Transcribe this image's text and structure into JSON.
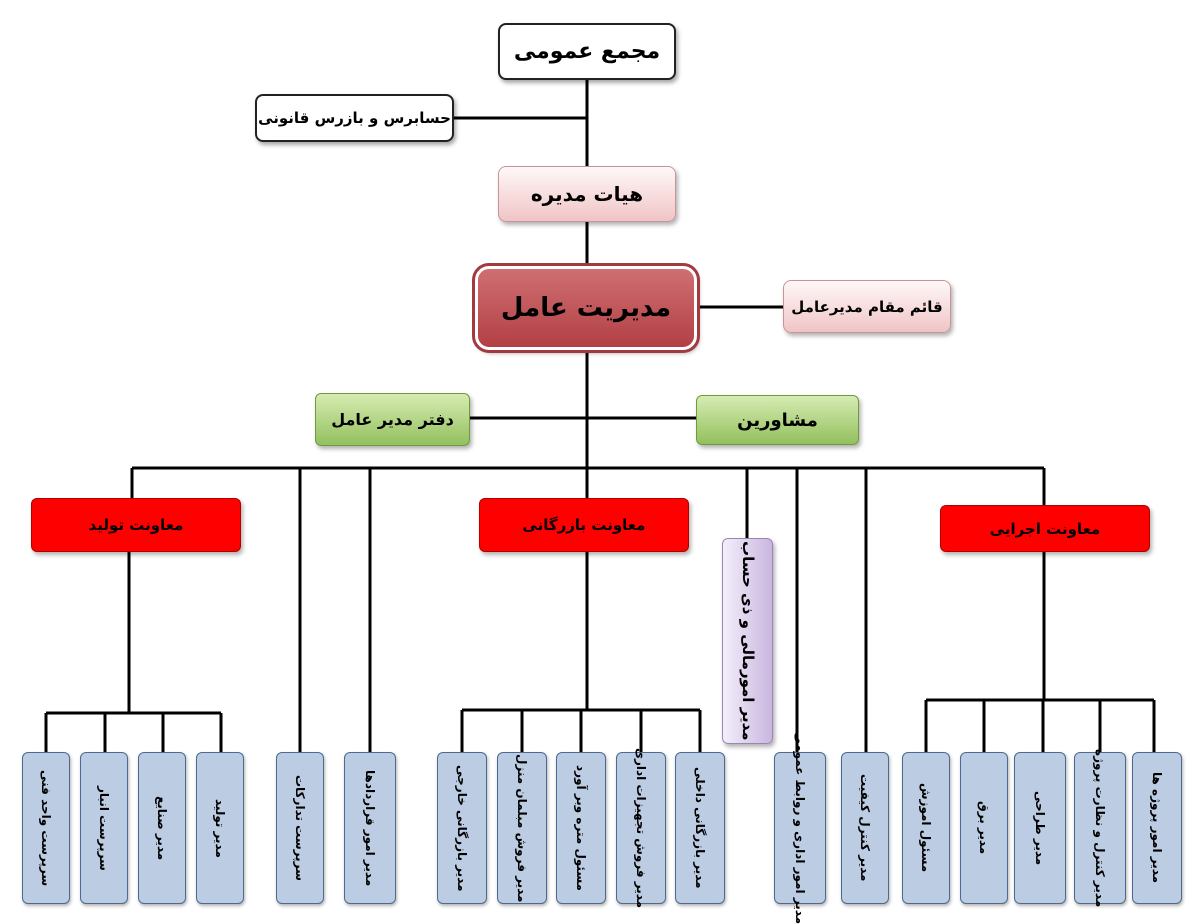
{
  "chart": {
    "general_assembly": "مجمع عمومی",
    "auditor": "حسابرس و بازرس قانونی",
    "board": "هیات مدیره",
    "ceo": "مدیریت عامل",
    "deputy_ceo": "قائم مقام مدیرعامل",
    "ceo_office": "دفتر مدیر عامل",
    "advisors": "مشاورین",
    "production_deputy": "معاونت تولید",
    "commerce_deputy": "معاونت بازرگانی",
    "executive_deputy": "معاونت اجرایی",
    "finance_manager": "مدیر امورمالی و ذی حساب",
    "production_units": [
      "سرپرست واحد فنی",
      "سرپرست انبار",
      "مدیر صنایع",
      "مدیر تولید"
    ],
    "supply_supervisor": "سرپرست تدارکات",
    "contracts_manager": "مدیر امور قراردادها",
    "commerce_units": [
      "مدیر بازرگانی خارجی",
      "مدیر فروش مبلمان منزل",
      "مسئول متره وبر آورد",
      "مدیر فروش تجهیزات اداری",
      "مدیر بازرگانی داخلی"
    ],
    "admin_manager": "مدیر امور اداری و روابط عمومی",
    "quality_manager": "مدیر کنترل کیفیت",
    "executive_units": [
      "مسئول اموزش",
      "مدیر برق",
      "مدیر طراحی",
      "مدیر کنترل و نظارت پروژه",
      "مدیر امور پروژه ها"
    ]
  }
}
